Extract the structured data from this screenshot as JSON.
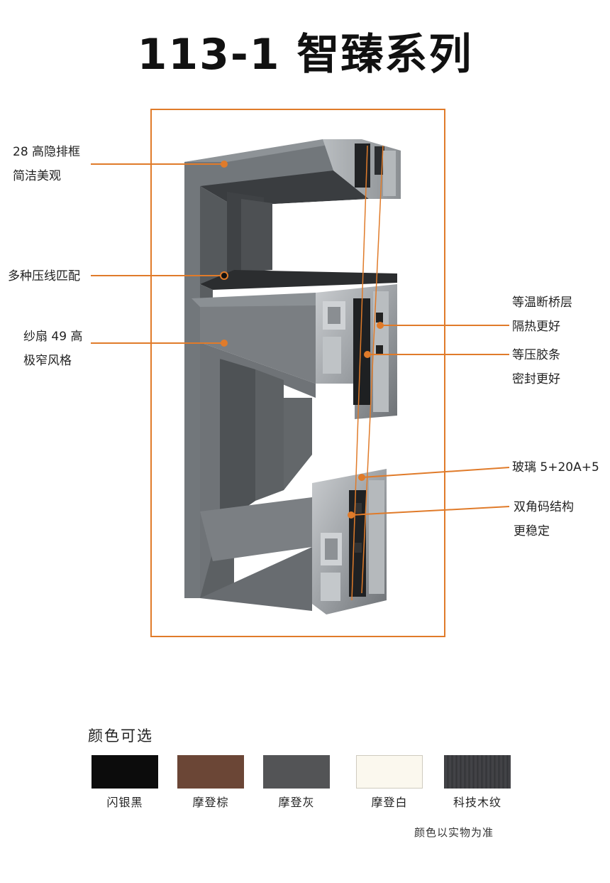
{
  "title": "113-1 智臻系列",
  "callouts": {
    "left": [
      {
        "line1": "28 高隐排框",
        "line2": "简洁美观"
      },
      {
        "line1": "多种压线匹配",
        "line2": ""
      },
      {
        "line1": "纱扇 49 高",
        "line2": "极窄风格"
      }
    ],
    "right": [
      {
        "line1": "等温断桥层",
        "line2": "隔热更好"
      },
      {
        "line1": "等压胶条",
        "line2": "密封更好"
      },
      {
        "line1": "玻璃 5+20A+5",
        "line2": ""
      },
      {
        "line1": "双角码结构",
        "line2": "更稳定"
      }
    ]
  },
  "colors_section": {
    "title": "颜色可选",
    "swatches": [
      {
        "label": "闪银黑",
        "color": "#0c0c0c"
      },
      {
        "label": "摩登棕",
        "color": "#6b4636"
      },
      {
        "label": "摩登灰",
        "color": "#535456"
      },
      {
        "label": "摩登白",
        "color": "#fbf8ee"
      },
      {
        "label": "科技木纹",
        "color": "#3a3b3e"
      }
    ],
    "note": "颜色以实物为准"
  },
  "accent_color": "#e07b2a"
}
